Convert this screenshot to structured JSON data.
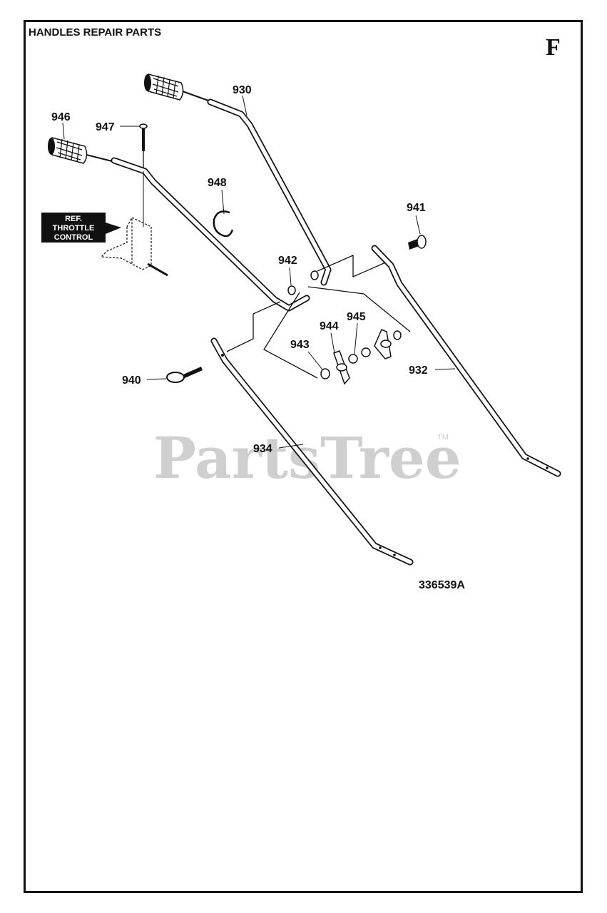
{
  "header": {
    "title": "HANDLES REPAIR PARTS",
    "section_letter": "F"
  },
  "reference_box": {
    "lines": [
      "REF.",
      "THROTTLE",
      "CONTROL"
    ]
  },
  "callouts": [
    {
      "id": "930",
      "label": "930"
    },
    {
      "id": "946",
      "label": "946"
    },
    {
      "id": "947",
      "label": "947"
    },
    {
      "id": "948",
      "label": "948"
    },
    {
      "id": "941",
      "label": "941"
    },
    {
      "id": "942",
      "label": "942"
    },
    {
      "id": "944",
      "label": "944"
    },
    {
      "id": "945",
      "label": "945"
    },
    {
      "id": "943",
      "label": "943"
    },
    {
      "id": "940",
      "label": "940"
    },
    {
      "id": "932",
      "label": "932"
    },
    {
      "id": "934",
      "label": "934"
    }
  ],
  "figure_number": "336539A",
  "watermark": {
    "text": "PartsTree",
    "trademark": "TM"
  }
}
